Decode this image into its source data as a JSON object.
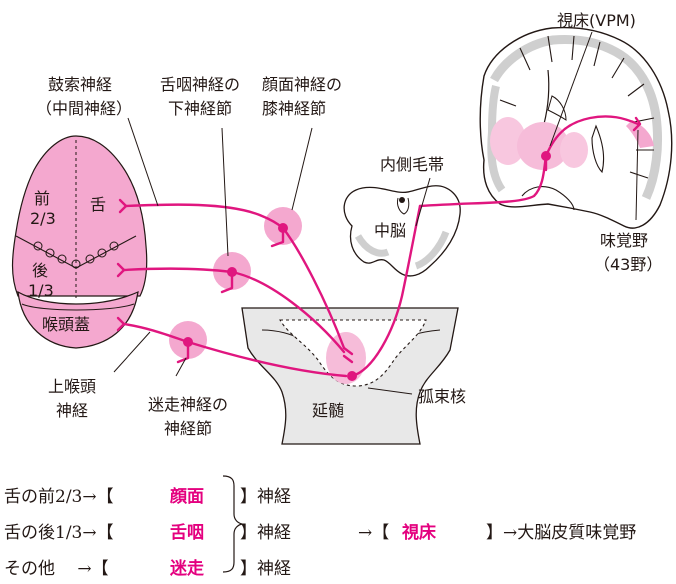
{
  "colors": {
    "nerve": "#e0167f",
    "ganglion": "#f4a8cf",
    "nucleus_fill": "#f6bcd9",
    "outline": "#231815",
    "cortex_gray": "#d7d7d7"
  },
  "labels": {
    "chorda_tympani": "鼓索神経",
    "chorda_tympani_sub": "（中間神経）",
    "glosso_1": "舌咽神経の",
    "glosso_2": "下神経節",
    "facial_1": "顔面神経の",
    "facial_2": "膝神経節",
    "thalamus": "視床(VPM)",
    "medial_lemniscus": "内側毛帯",
    "midbrain": "中脳",
    "taste_area": "味覚野",
    "taste_area_num": "（43野）",
    "anterior": "前",
    "anterior_frac": "2/3",
    "tongue": "舌",
    "posterior": "後",
    "posterior_frac": "1/3",
    "epiglottis": "喉頭蓋",
    "sup_laryngeal_1": "上喉頭",
    "sup_laryngeal_2": "神経",
    "vagus_1": "迷走神経の",
    "vagus_2": "神経節",
    "medulla": "延髄",
    "solitary_nucleus": "孤束核"
  },
  "summary": {
    "row1_lead": "舌の前2/3→【",
    "row1_answer": "顔面",
    "row2_lead": "舌の後1/3→【",
    "row2_answer": "舌咽",
    "row3_lead": "その他　 →【",
    "row3_answer": "迷走",
    "close": "】神経",
    "path_lead": "→【",
    "path_answer": "視床",
    "path_tail": "】→大脳皮質味覚野"
  }
}
